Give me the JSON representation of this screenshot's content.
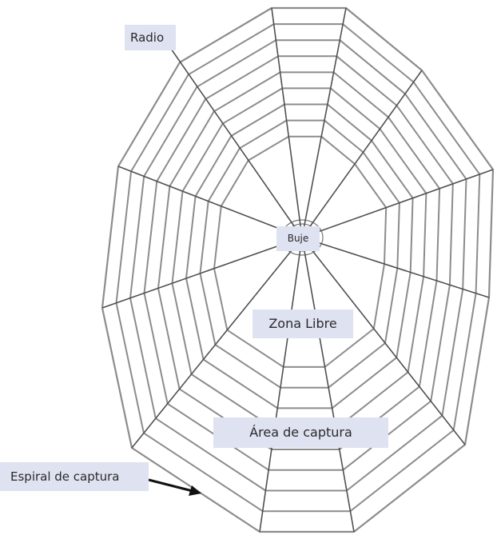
{
  "labels": {
    "radio": "Radio",
    "hub": "Buje",
    "free_zone": "Zona Libre",
    "capture_area": "Área de captura",
    "capture_spiral": "Espiral de captura"
  },
  "colors": {
    "web_line": "#8c8c8c",
    "radius_line": "#505050",
    "label_bg": "#dfe2f1",
    "arrow": "#111111"
  },
  "icons": {
    "arrow": "arrow-right-icon"
  }
}
